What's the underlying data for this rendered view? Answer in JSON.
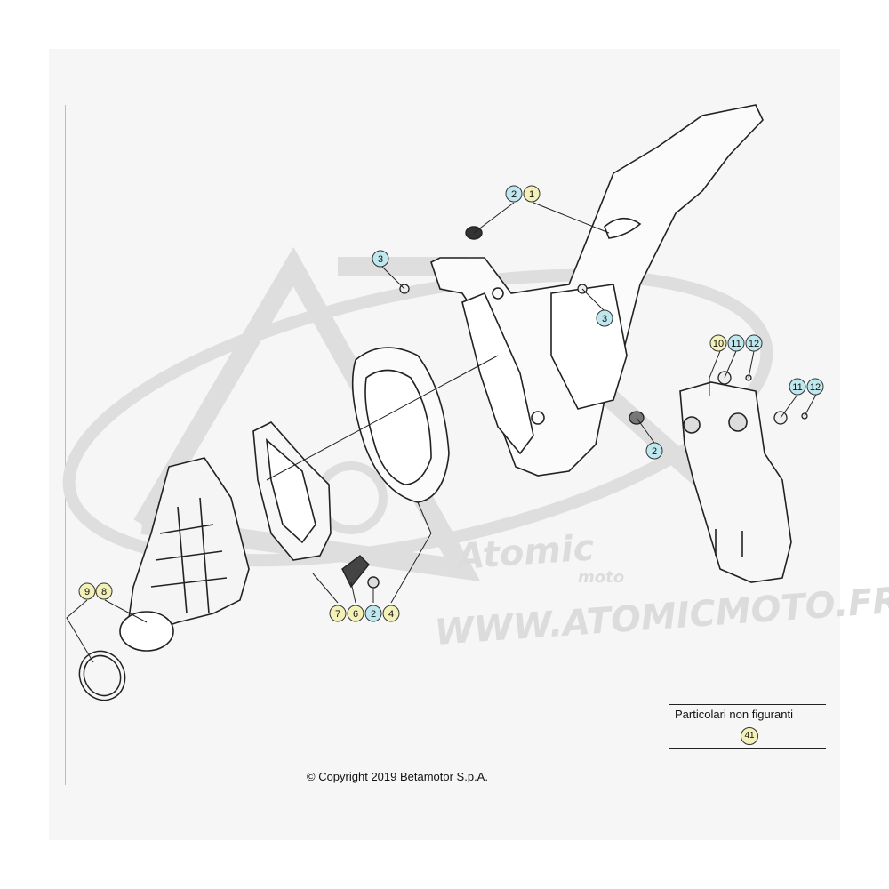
{
  "copyright": "© Copyright 2019 Betamotor S.p.A.",
  "legend": {
    "title": "Particolari non figuranti",
    "part_number": "41"
  },
  "watermark": {
    "brand": "Atomic",
    "brand_sub": "moto",
    "url": "WWW.ATOMICMOTO.FR"
  },
  "colors": {
    "callout_yellow": "#f3f0b8",
    "callout_cyan": "#bfe8ee",
    "line": "#222222",
    "watermark": "#dcdcdc"
  },
  "callouts": [
    {
      "label": "2",
      "kind": "cyan"
    },
    {
      "label": "1",
      "kind": "yellow"
    },
    {
      "label": "3",
      "kind": "cyan"
    },
    {
      "label": "3",
      "kind": "cyan"
    },
    {
      "label": "10",
      "kind": "yellow"
    },
    {
      "label": "11",
      "kind": "cyan"
    },
    {
      "label": "12",
      "kind": "cyan"
    },
    {
      "label": "11",
      "kind": "cyan"
    },
    {
      "label": "12",
      "kind": "cyan"
    },
    {
      "label": "2",
      "kind": "cyan"
    },
    {
      "label": "9",
      "kind": "yellow"
    },
    {
      "label": "8",
      "kind": "yellow"
    },
    {
      "label": "7",
      "kind": "yellow"
    },
    {
      "label": "6",
      "kind": "yellow"
    },
    {
      "label": "2",
      "kind": "cyan"
    },
    {
      "label": "4",
      "kind": "yellow"
    }
  ]
}
